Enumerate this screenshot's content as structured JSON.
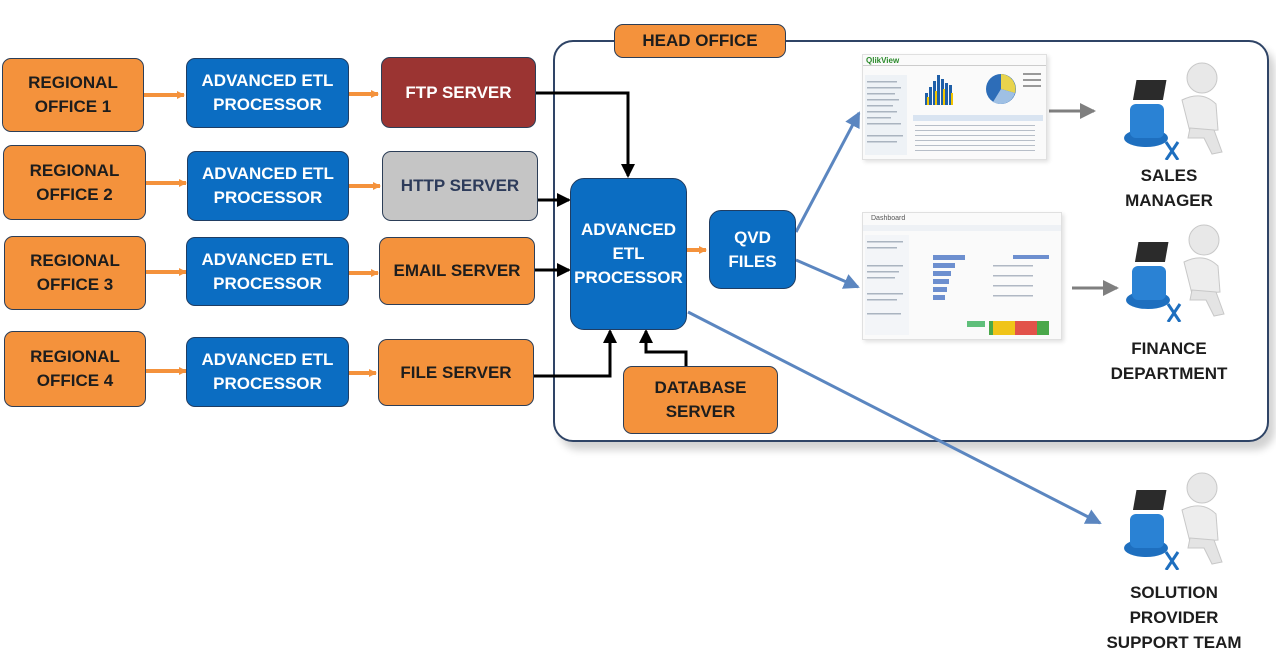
{
  "regional_offices": [
    "REGIONAL\nOFFICE 1",
    "REGIONAL\nOFFICE 2",
    "REGIONAL\nOFFICE 3",
    "REGIONAL\nOFFICE 4"
  ],
  "etl_processors": [
    "ADVANCED ETL\nPROCESSOR",
    "ADVANCED ETL\nPROCESSOR",
    "ADVANCED ETL\nPROCESSOR",
    "ADVANCED ETL\nPROCESSOR"
  ],
  "servers": [
    "FTP SERVER",
    "HTTP SERVER",
    "EMAIL SERVER",
    "FILE SERVER"
  ],
  "head_office": {
    "title": "HEAD OFFICE",
    "central_processor": "ADVANCED\nETL\nPROCESSOR",
    "database_server": "DATABASE\nSERVER",
    "qvd_files": "QVD\nFILES"
  },
  "screenshots": {
    "qlikview_logo": "QlikView",
    "dashboard_title": "Dashboard"
  },
  "recipients": [
    "SALES\nMANAGER",
    "FINANCE\nDEPARTMENT",
    "SOLUTION\nPROVIDER\nSUPPORT TEAM"
  ],
  "colors": {
    "orange": "#f4923c",
    "blue": "#0b6dc2",
    "ftp_red": "#9b3432",
    "http_gray": "#c5c5c5",
    "arrow_orange": "#f4923c",
    "arrow_black": "#000000",
    "arrow_blue": "#5b86c0",
    "arrow_gray": "#7f7f7f"
  }
}
